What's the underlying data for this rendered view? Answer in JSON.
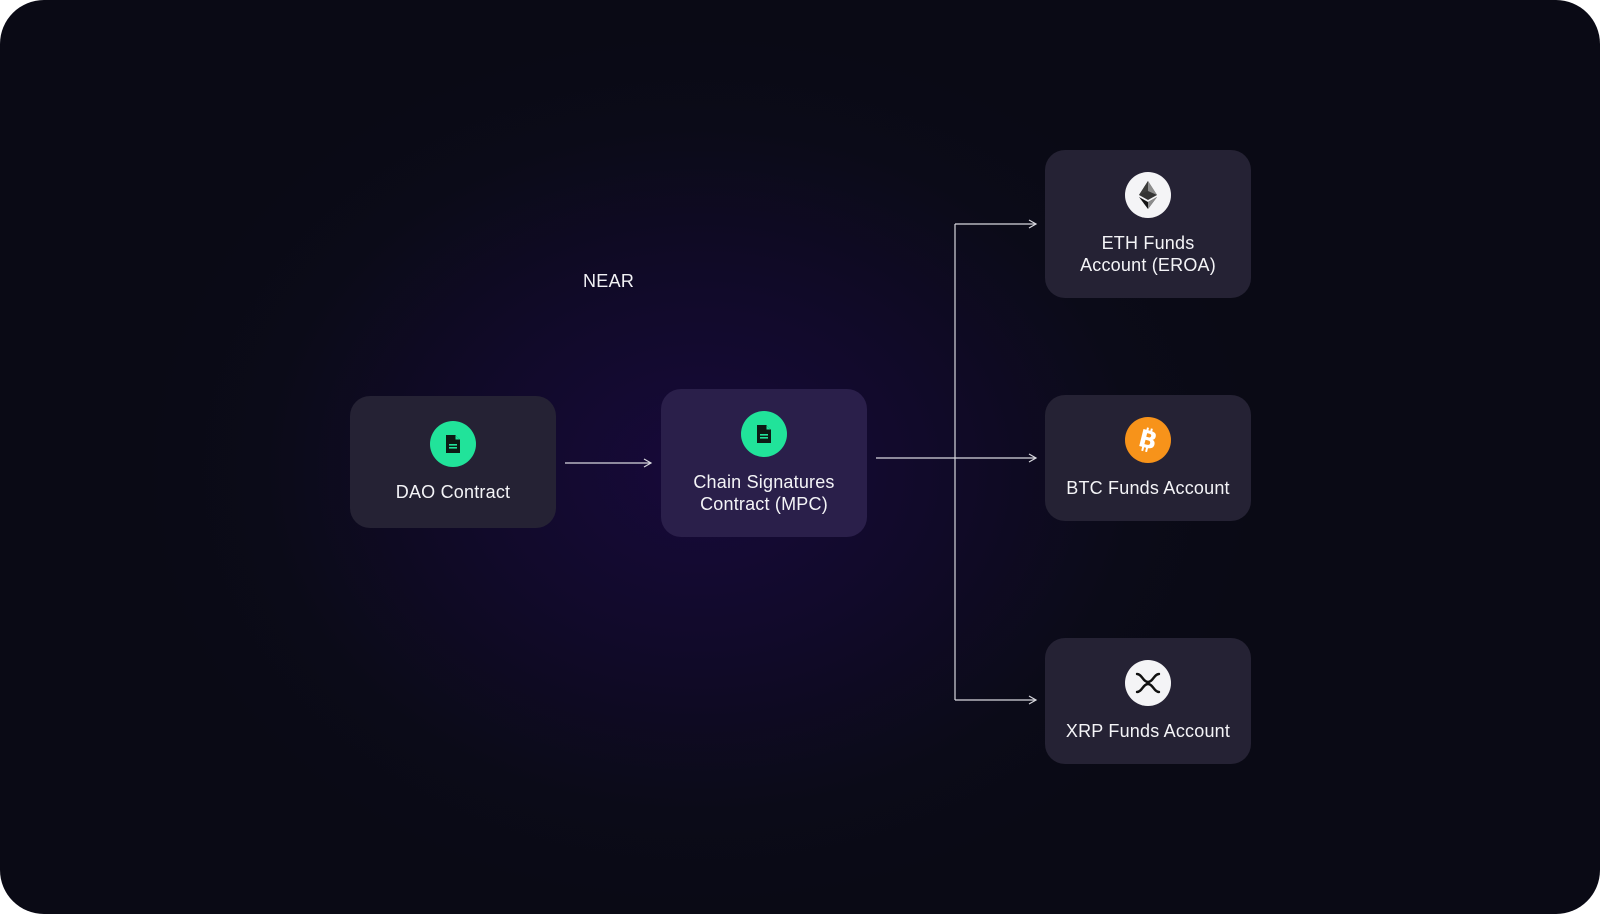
{
  "diagram": {
    "region_label": "NEAR",
    "nodes": {
      "dao": {
        "label": "DAO Contract",
        "icon": "document-icon"
      },
      "mpc": {
        "label": "Chain Signatures\nContract (MPC)",
        "icon": "document-icon"
      },
      "eth": {
        "label": "ETH  Funds\nAccount (EROA)",
        "icon": "ethereum-icon"
      },
      "btc": {
        "label": "BTC Funds Account",
        "icon": "bitcoin-icon"
      },
      "xrp": {
        "label": "XRP Funds Account",
        "icon": "xrp-icon"
      }
    },
    "edges": [
      {
        "from": "DAO Contract",
        "to": "Chain Signatures Contract (MPC)"
      },
      {
        "from": "Chain Signatures Contract (MPC)",
        "to": "ETH Funds Account (EROA)"
      },
      {
        "from": "Chain Signatures Contract (MPC)",
        "to": "BTC Funds Account"
      },
      {
        "from": "Chain Signatures Contract (MPC)",
        "to": "XRP Funds Account"
      }
    ],
    "colors": {
      "background": "#0a0a15",
      "node_fill": "#252234",
      "node_fill_highlight": "#2a1f4a",
      "document_icon": "#21e39a",
      "bitcoin_icon": "#f7931a",
      "connector": "#d8d8de"
    }
  }
}
